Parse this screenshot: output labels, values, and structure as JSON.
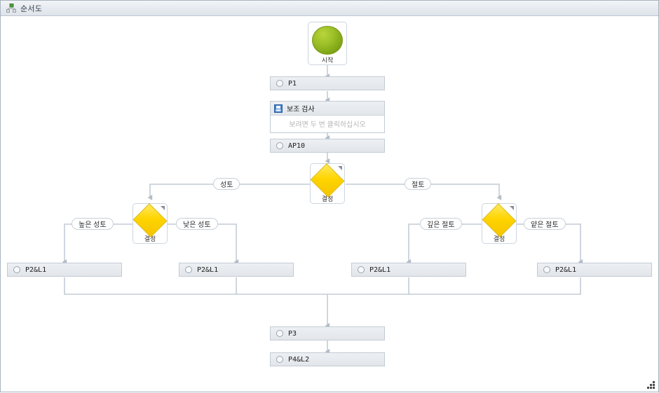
{
  "window": {
    "title": "순서도",
    "title_icon": "hierarchy-tree-icon",
    "resize_grip_icon": "resize-grip-icon"
  },
  "palette": {
    "start_green": "#9cc028",
    "decision_yellow": "#ffd400",
    "node_fill": "#e7eaee",
    "node_border": "#c3cbd4",
    "edge_line": "#b9c2cd",
    "hint_text": "#b5b5b5",
    "title_text": "#32404f"
  },
  "flowchart": {
    "start_node": {
      "label": "시작",
      "shape": "circle"
    },
    "process_nodes": [
      {
        "id": "p1",
        "label": "P1",
        "icon": "circle-outline-icon"
      },
      {
        "id": "ap10",
        "label": "AP10",
        "icon": "circle-outline-icon"
      },
      {
        "id": "l1a",
        "label": "P2&L1",
        "icon": "circle-outline-icon"
      },
      {
        "id": "l1b",
        "label": "P2&L1",
        "icon": "circle-outline-icon"
      },
      {
        "id": "l1c",
        "label": "P2&L1",
        "icon": "circle-outline-icon"
      },
      {
        "id": "l1d",
        "label": "P2&L1",
        "icon": "circle-outline-icon"
      },
      {
        "id": "p3",
        "label": "P3",
        "icon": "circle-outline-icon"
      },
      {
        "id": "p4",
        "label": "P4&L2",
        "icon": "circle-outline-icon"
      }
    ],
    "subprocess_node": {
      "title": "보조 검사",
      "icon": "subprocess-icon",
      "body_hint": "보려면 두 번 클릭하십시오"
    },
    "decision_nodes": [
      {
        "id": "dec_main",
        "label": "결정",
        "shape": "diamond"
      },
      {
        "id": "dec_left",
        "label": "결정",
        "shape": "diamond"
      },
      {
        "id": "dec_right",
        "label": "결정",
        "shape": "diamond"
      }
    ],
    "edge_labels": [
      {
        "id": "e_fill",
        "label": "성토"
      },
      {
        "id": "e_cut",
        "label": "절토"
      },
      {
        "id": "e_high_fill",
        "label": "높은 성토"
      },
      {
        "id": "e_low_fill",
        "label": "낮은 성토"
      },
      {
        "id": "e_deep_cut",
        "label": "깊은 절토"
      },
      {
        "id": "e_shallow_cut",
        "label": "얕은 절토"
      }
    ]
  }
}
